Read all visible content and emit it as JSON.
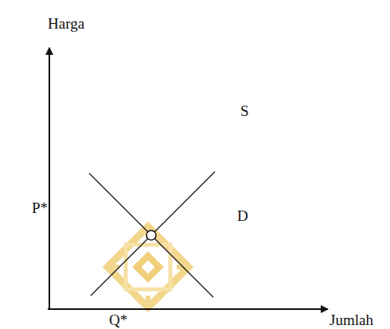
{
  "diagram": {
    "labels": [
      "Harga",
      "S",
      "P*",
      "D",
      "Q*",
      "Jumlah"
    ]
  }
}
